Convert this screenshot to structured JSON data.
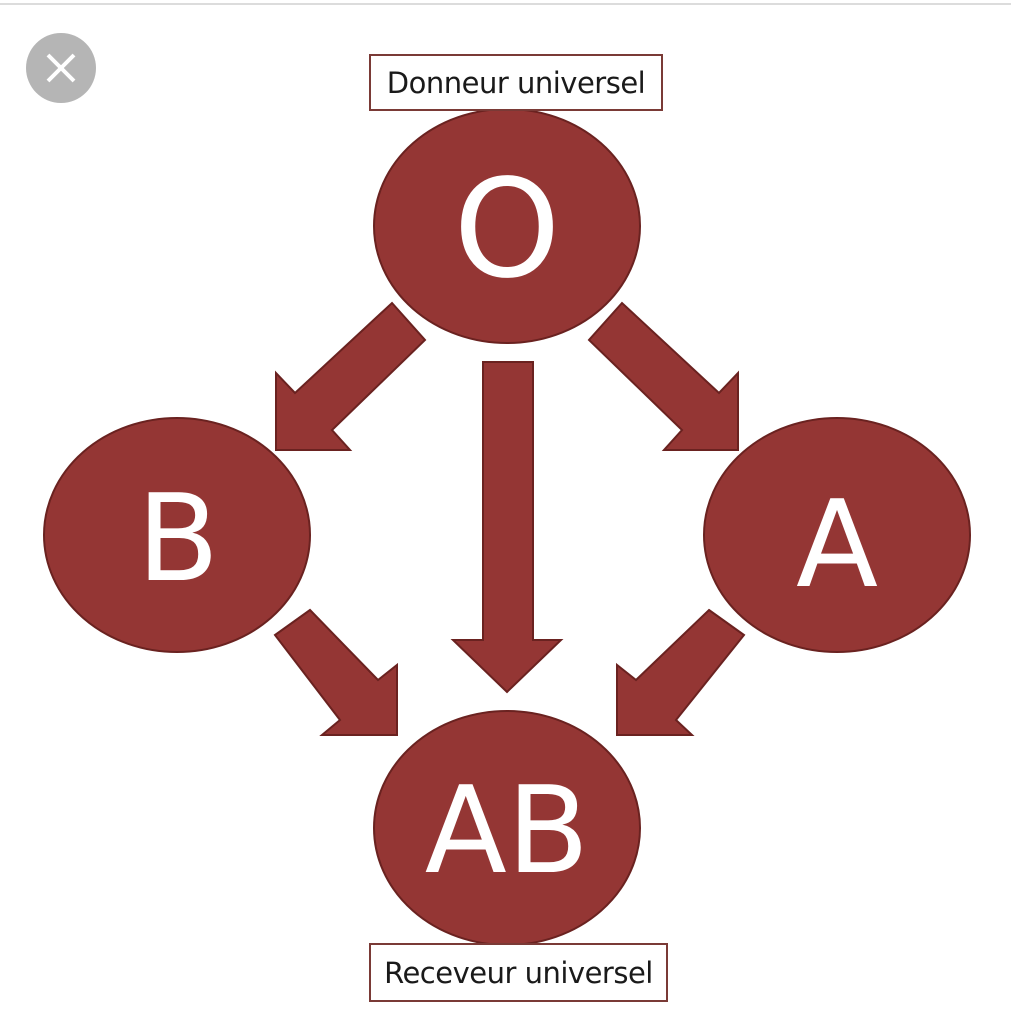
{
  "labels": {
    "top": "Donneur universel",
    "bottom": "Receveur universel"
  },
  "nodes": {
    "o": "O",
    "b": "B",
    "a": "A",
    "ab": "AB"
  },
  "icons": {
    "close": "close-icon"
  },
  "colors": {
    "node_fill": "#943634",
    "node_stroke": "#6a2220",
    "close_bg": "#b5b5b5"
  }
}
